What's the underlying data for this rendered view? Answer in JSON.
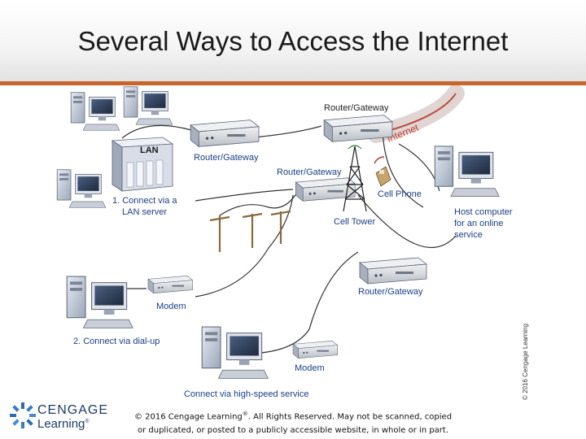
{
  "slide": {
    "title": "Several Ways to Access the Internet"
  },
  "diagram": {
    "labels": {
      "router_top": "Router/Gateway",
      "internet": "Internet",
      "lan_box": "LAN",
      "router_left": "Router/Gateway",
      "router_mid": "Router/Gateway",
      "connect_lan_1": "1. Connect via a",
      "connect_lan_2": "LAN server",
      "cell_phone": "Cell Phone",
      "cell_tower": "Cell Tower",
      "host_1": "Host computer",
      "host_2": "for an online",
      "host_3": "service",
      "router_right": "Router/Gateway",
      "modem_1": "Modem",
      "dialup": "2. Connect via dial-up",
      "modem_2": "Modem",
      "highspeed": "Connect via high-speed service"
    },
    "colors": {
      "label_blue": "#1b3f86",
      "internet_red": "#c0392b",
      "accent_orange": "#c8642c"
    }
  },
  "footer": {
    "copyright_line1": "© 2016 Cengage Learning",
    "registered": "®",
    "copyright_line1_rest": ". All Rights Reserved. May not be scanned, copied",
    "copyright_line2": "or duplicated, or posted to a publicly accessible website, in whole or in part.",
    "vertical_copyright": "© 2016 Cengage Learning"
  },
  "brand": {
    "line1": "CENGAGE",
    "line2": "Learning",
    "registered": "®"
  }
}
